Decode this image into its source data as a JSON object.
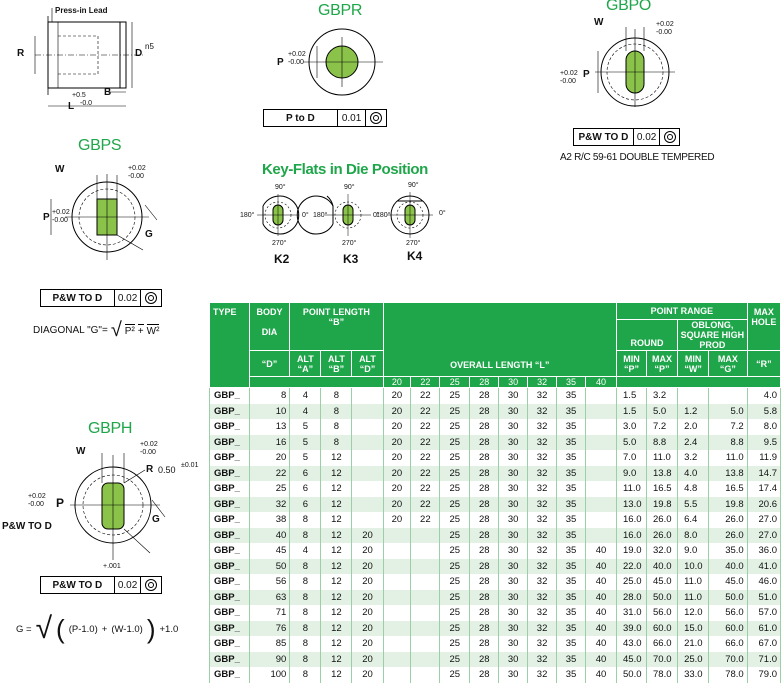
{
  "diagrams": {
    "main": {
      "press_in_lead": "Press-in Lead",
      "r": "R",
      "d": "D",
      "n5": "n5",
      "tol_l_plus": "+0.5",
      "tol_l_minus": "-0.0",
      "l": "L",
      "b": "B"
    },
    "gbpr": {
      "title": "GBPR",
      "p": "P",
      "tol_plus": "+0.02",
      "tol_minus": "-0.00",
      "box_label": "P to D",
      "box_value": "0.01"
    },
    "gbpo": {
      "title": "GBPO",
      "w": "W",
      "p": "P",
      "tol_w_plus": "+0.02",
      "tol_w_minus": "-0.00",
      "tol_p_plus": "+0.02",
      "tol_p_minus": "-0.00",
      "box_label": "P&W TO D",
      "box_value": "0.02",
      "note": "A2 R/C 59-61 DOUBLE TEMPERED"
    },
    "gbps": {
      "title": "GBPS",
      "w": "W",
      "p": "P",
      "g": "G",
      "tol_w_plus": "+0.02",
      "tol_w_minus": "-0.00",
      "tol_p_plus": "+0.02",
      "tol_p_minus": "-0.00",
      "box_label": "P&W TO D",
      "box_value": "0.02",
      "diag_label": "DIAGONAL \"G\"=",
      "p2": "P²",
      "w2": "W²",
      "plus": "+"
    },
    "keyflats": {
      "title": "Key-Flats in Die Position",
      "deg90": "90°",
      "deg180": "180°",
      "deg0": "0°",
      "deg270": "270°",
      "k2": "K2",
      "k3": "K3",
      "k4": "K4"
    },
    "gbph": {
      "title": "GBPH",
      "w": "W",
      "p": "P",
      "r": "R",
      "r_val": "0.50",
      "r_tol": "±0.01",
      "g": "G",
      "pw_to_d": "P&W TO D",
      "tol_w_plus": "+0.02",
      "tol_w_minus": "-0.00",
      "tol_p_plus": "+0.02",
      "tol_p_minus": "-0.00",
      "tol_pw": "+.001",
      "box_label": "P&W TO D",
      "box_value": "0.02",
      "formula_g": "G =",
      "formula_p": "(P-1.0)",
      "formula_plus": "+",
      "formula_w": "(W-1.0)",
      "formula_end": "+1.0"
    }
  },
  "table": {
    "headers": {
      "type": "TYPE",
      "body": "BODY",
      "dia": "DIA",
      "d": "“D”",
      "point_length": "POINT LENGTH",
      "b": "“B”",
      "alt_a": "ALT “A”",
      "alt_b": "ALT “B”",
      "alt_d": "ALT “D”",
      "overall": "OVERALL LENGTH “L”",
      "point_range": "POINT RANGE",
      "round": "ROUND",
      "oblong": "OBLONG, SQUARE HIGH PROD",
      "min_p": "MIN “P”",
      "max_p": "MAX “P”",
      "min_w": "MIN “W”",
      "max_g": "MAX “G”",
      "max_hole": "MAX HOLE",
      "r": "“R”",
      "lengths": [
        "20",
        "22",
        "25",
        "28",
        "30",
        "32",
        "35",
        "40"
      ]
    },
    "rows": [
      {
        "type": "GBP_",
        "dia": "8",
        "a": "4",
        "b": "8",
        "d": "",
        "l": [
          "20",
          "22",
          "25",
          "28",
          "30",
          "32",
          "35",
          ""
        ],
        "minp": "1.5",
        "maxp": "3.2",
        "minw": "",
        "maxg": "",
        "r": "4.0"
      },
      {
        "type": "GBP_",
        "dia": "10",
        "a": "4",
        "b": "8",
        "d": "",
        "l": [
          "20",
          "22",
          "25",
          "28",
          "30",
          "32",
          "35",
          ""
        ],
        "minp": "1.5",
        "maxp": "5.0",
        "minw": "1.2",
        "maxg": "5.0",
        "r": "5.8"
      },
      {
        "type": "GBP_",
        "dia": "13",
        "a": "5",
        "b": "8",
        "d": "",
        "l": [
          "20",
          "22",
          "25",
          "28",
          "30",
          "32",
          "35",
          ""
        ],
        "minp": "3.0",
        "maxp": "7.2",
        "minw": "2.0",
        "maxg": "7.2",
        "r": "8.0"
      },
      {
        "type": "GBP_",
        "dia": "16",
        "a": "5",
        "b": "8",
        "d": "",
        "l": [
          "20",
          "22",
          "25",
          "28",
          "30",
          "32",
          "35",
          ""
        ],
        "minp": "5.0",
        "maxp": "8.8",
        "minw": "2.4",
        "maxg": "8.8",
        "r": "9.5"
      },
      {
        "type": "GBP_",
        "dia": "20",
        "a": "5",
        "b": "12",
        "d": "",
        "l": [
          "20",
          "22",
          "25",
          "28",
          "30",
          "32",
          "35",
          ""
        ],
        "minp": "7.0",
        "maxp": "11.0",
        "minw": "3.2",
        "maxg": "11.0",
        "r": "11.9"
      },
      {
        "type": "GBP_",
        "dia": "22",
        "a": "6",
        "b": "12",
        "d": "",
        "l": [
          "20",
          "22",
          "25",
          "28",
          "30",
          "32",
          "35",
          ""
        ],
        "minp": "9.0",
        "maxp": "13.8",
        "minw": "4.0",
        "maxg": "13.8",
        "r": "14.7"
      },
      {
        "type": "GBP_",
        "dia": "25",
        "a": "6",
        "b": "12",
        "d": "",
        "l": [
          "20",
          "22",
          "25",
          "28",
          "30",
          "32",
          "35",
          ""
        ],
        "minp": "11.0",
        "maxp": "16.5",
        "minw": "4.8",
        "maxg": "16.5",
        "r": "17.4"
      },
      {
        "type": "GBP_",
        "dia": "32",
        "a": "6",
        "b": "12",
        "d": "",
        "l": [
          "20",
          "22",
          "25",
          "28",
          "30",
          "32",
          "35",
          ""
        ],
        "minp": "13.0",
        "maxp": "19.8",
        "minw": "5.5",
        "maxg": "19.8",
        "r": "20.6"
      },
      {
        "type": "GBP_",
        "dia": "38",
        "a": "8",
        "b": "12",
        "d": "",
        "l": [
          "20",
          "22",
          "25",
          "28",
          "30",
          "32",
          "35",
          ""
        ],
        "minp": "16.0",
        "maxp": "26.0",
        "minw": "6.4",
        "maxg": "26.0",
        "r": "27.0"
      },
      {
        "type": "GBP_",
        "dia": "40",
        "a": "8",
        "b": "12",
        "d": "20",
        "l": [
          "",
          "",
          "25",
          "28",
          "30",
          "32",
          "35",
          ""
        ],
        "minp": "16.0",
        "maxp": "26.0",
        "minw": "8.0",
        "maxg": "26.0",
        "r": "27.0"
      },
      {
        "type": "GBP_",
        "dia": "45",
        "a": "4",
        "b": "12",
        "d": "20",
        "l": [
          "",
          "",
          "25",
          "28",
          "30",
          "32",
          "35",
          "40"
        ],
        "minp": "19.0",
        "maxp": "32.0",
        "minw": "9.0",
        "maxg": "35.0",
        "r": "36.0"
      },
      {
        "type": "GBP_",
        "dia": "50",
        "a": "8",
        "b": "12",
        "d": "20",
        "l": [
          "",
          "",
          "25",
          "28",
          "30",
          "32",
          "35",
          "40"
        ],
        "minp": "22.0",
        "maxp": "40.0",
        "minw": "10.0",
        "maxg": "40.0",
        "r": "41.0"
      },
      {
        "type": "GBP_",
        "dia": "56",
        "a": "8",
        "b": "12",
        "d": "20",
        "l": [
          "",
          "",
          "25",
          "28",
          "30",
          "32",
          "35",
          "40"
        ],
        "minp": "25.0",
        "maxp": "45.0",
        "minw": "11.0",
        "maxg": "45.0",
        "r": "46.0"
      },
      {
        "type": "GBP_",
        "dia": "63",
        "a": "8",
        "b": "12",
        "d": "20",
        "l": [
          "",
          "",
          "25",
          "28",
          "30",
          "32",
          "35",
          "40"
        ],
        "minp": "28.0",
        "maxp": "50.0",
        "minw": "11.0",
        "maxg": "50.0",
        "r": "51.0"
      },
      {
        "type": "GBP_",
        "dia": "71",
        "a": "8",
        "b": "12",
        "d": "20",
        "l": [
          "",
          "",
          "25",
          "28",
          "30",
          "32",
          "35",
          "40"
        ],
        "minp": "31.0",
        "maxp": "56.0",
        "minw": "12.0",
        "maxg": "56.0",
        "r": "57.0"
      },
      {
        "type": "GBP_",
        "dia": "76",
        "a": "8",
        "b": "12",
        "d": "20",
        "l": [
          "",
          "",
          "25",
          "28",
          "30",
          "32",
          "35",
          "40"
        ],
        "minp": "39.0",
        "maxp": "60.0",
        "minw": "15.0",
        "maxg": "60.0",
        "r": "61.0"
      },
      {
        "type": "GBP_",
        "dia": "85",
        "a": "8",
        "b": "12",
        "d": "20",
        "l": [
          "",
          "",
          "25",
          "28",
          "30",
          "32",
          "35",
          "40"
        ],
        "minp": "43.0",
        "maxp": "66.0",
        "minw": "21.0",
        "maxg": "66.0",
        "r": "67.0"
      },
      {
        "type": "GBP_",
        "dia": "90",
        "a": "8",
        "b": "12",
        "d": "20",
        "l": [
          "",
          "",
          "25",
          "28",
          "30",
          "32",
          "35",
          "40"
        ],
        "minp": "45.0",
        "maxp": "70.0",
        "minw": "25.0",
        "maxg": "70.0",
        "r": "71.0"
      },
      {
        "type": "GBP_",
        "dia": "100",
        "a": "8",
        "b": "12",
        "d": "20",
        "l": [
          "",
          "",
          "25",
          "28",
          "30",
          "32",
          "35",
          "40"
        ],
        "minp": "50.0",
        "maxp": "78.0",
        "minw": "33.0",
        "maxg": "78.0",
        "r": "79.0"
      }
    ]
  }
}
